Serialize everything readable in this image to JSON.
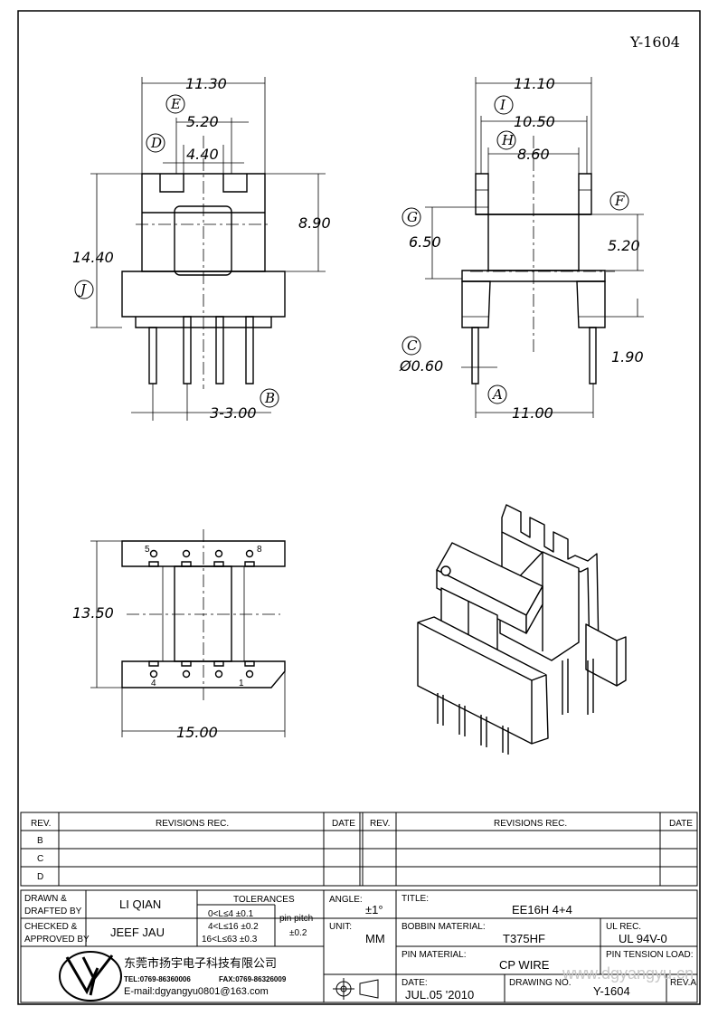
{
  "drawing_code": "Y-1604",
  "front_view": {
    "dims": {
      "width": "11.30",
      "e": "5.20",
      "d": "4.40",
      "upper_h": "8.90",
      "total_h": "14.40",
      "pitch": "3-3.00"
    },
    "labels": {
      "E": "E",
      "D": "D",
      "J": "J",
      "B": "B"
    }
  },
  "side_view": {
    "dims": {
      "top": "11.10",
      "i": "10.50",
      "h": "8.60",
      "g": "6.50",
      "f": "5.20",
      "pin_len": "1.90",
      "pin_dia": "Ø0.60",
      "bottom": "11.00"
    },
    "labels": {
      "I": "I",
      "H": "H",
      "G": "G",
      "F": "F",
      "C": "C",
      "A": "A"
    }
  },
  "bottom_view": {
    "dims": {
      "height": "13.50",
      "width": "15.00"
    },
    "pins": {
      "p5": "5",
      "p8": "8",
      "p4": "4",
      "p1": "1"
    }
  },
  "revisions": {
    "headers": {
      "rev": "REV.",
      "revisions": "REVISIONS   REC.",
      "date": "DATE"
    },
    "rows": [
      "B",
      "C",
      "D"
    ]
  },
  "title_block": {
    "drawn_label": "DRAWN &\nDRAFTED BY",
    "drawn_by": "LI QIAN",
    "checked_label": "CHECKED &\nAPPROVED BY",
    "checked_by": "JEEF JAU",
    "tolerances_label": "TOLERANCES",
    "tol_rows": [
      "0<L≤4   ±0.1",
      "4<L≤16  ±0.2",
      "16<L≤63  ±0.3"
    ],
    "pin_pitch_label": "pin pitch",
    "pin_pitch_tol": "±0.2",
    "angle_label": "ANGLE:",
    "angle_value": "±1°",
    "unit_label": "UNIT:",
    "unit_value": "MM",
    "title_label": "TITLE:",
    "title_value": "EE16H  4+4",
    "bobbin_label": "BOBBIN MATERIAL:",
    "bobbin_value": "T375HF",
    "ulrec_label": "UL REC.",
    "ulrec_value": "UL  94V-0",
    "pin_material_label": "PIN MATERIAL:",
    "pin_material_value": "CP  WIRE",
    "pin_tension_label": "PIN TENSION LOAD:",
    "date_label": "DATE:",
    "date_value": "JUL.05  '2010",
    "drawing_no_label": "DRAWING NO.",
    "drawing_no_value": "Y-1604",
    "rev_label": "REV.A",
    "company": "东莞市扬宇电子科技有限公司",
    "tel": "TEL:0769-86360006",
    "fax": "FAX:0769-86326009",
    "email": "E-mail:dgyangyu0801@163.com",
    "watermark": "www.dgyangyu.cn"
  }
}
